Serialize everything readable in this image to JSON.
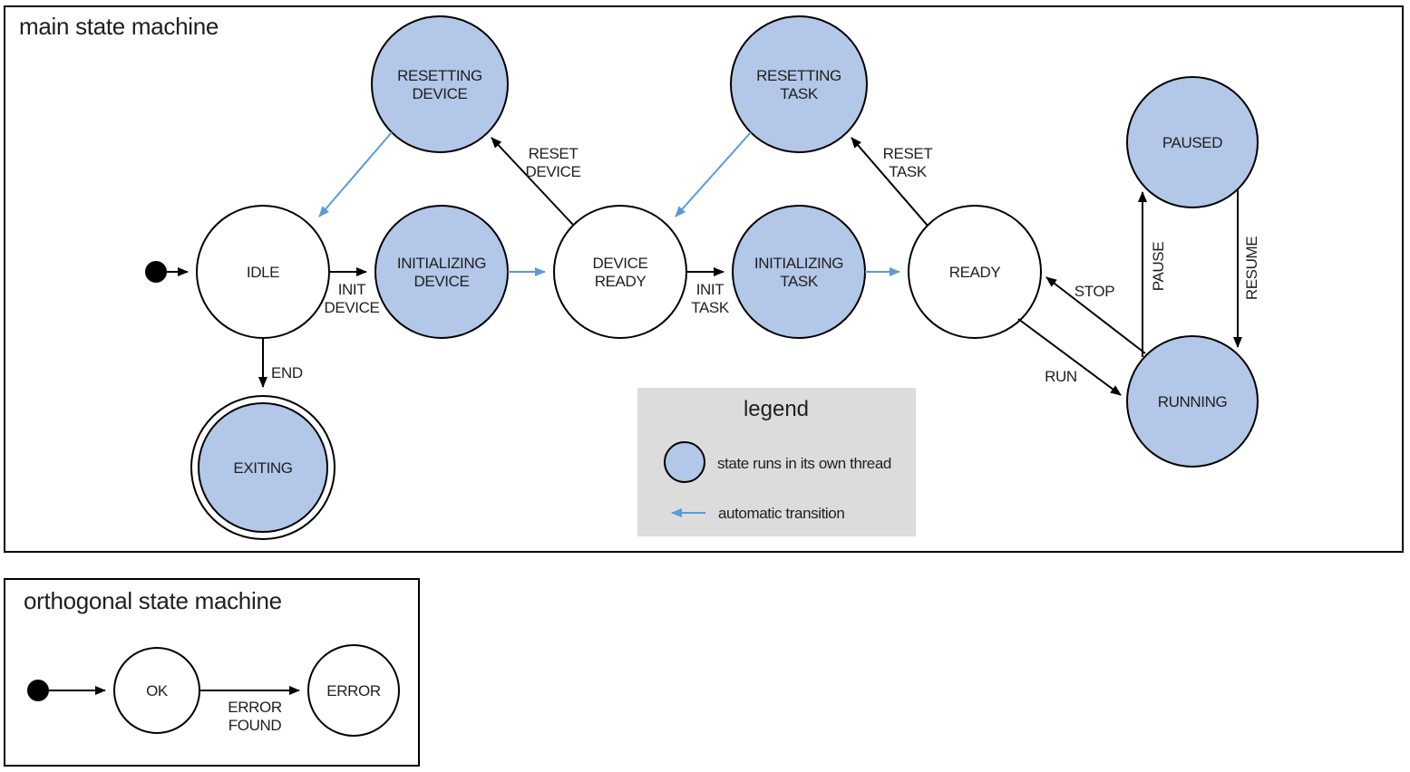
{
  "colors": {
    "thread_fill": "#b3c7e8",
    "auto_arrow": "#5b9bd5",
    "legend_bg": "#dcdcdc"
  },
  "main": {
    "title": "main state machine",
    "states": {
      "idle": {
        "label": "IDLE"
      },
      "resetting_device": {
        "line1": "RESETTING",
        "line2": "DEVICE"
      },
      "initializing_device": {
        "line1": "INITIALIZING",
        "line2": "DEVICE"
      },
      "device_ready": {
        "line1": "DEVICE",
        "line2": "READY"
      },
      "resetting_task": {
        "line1": "RESETTING",
        "line2": "TASK"
      },
      "initializing_task": {
        "line1": "INITIALIZING",
        "line2": "TASK"
      },
      "ready": {
        "label": "READY"
      },
      "paused": {
        "label": "PAUSED"
      },
      "running": {
        "label": "RUNNING"
      },
      "exiting": {
        "label": "EXITING"
      }
    },
    "transitions": {
      "init_device": {
        "line1": "INIT",
        "line2": "DEVICE"
      },
      "reset_device": {
        "line1": "RESET",
        "line2": "DEVICE"
      },
      "init_task": {
        "line1": "INIT",
        "line2": "TASK"
      },
      "reset_task": {
        "line1": "RESET",
        "line2": "TASK"
      },
      "end": {
        "label": "END"
      },
      "run": {
        "label": "RUN"
      },
      "stop": {
        "label": "STOP"
      },
      "pause": {
        "label": "PAUSE"
      },
      "resume": {
        "label": "RESUME"
      }
    }
  },
  "legend": {
    "title": "legend",
    "thread_label": "state runs in its own thread",
    "auto_label": "automatic transition"
  },
  "ortho": {
    "title": "orthogonal state machine",
    "states": {
      "ok": {
        "label": "OK"
      },
      "error": {
        "label": "ERROR"
      }
    },
    "transitions": {
      "error_found": {
        "line1": "ERROR",
        "line2": "FOUND"
      }
    }
  }
}
